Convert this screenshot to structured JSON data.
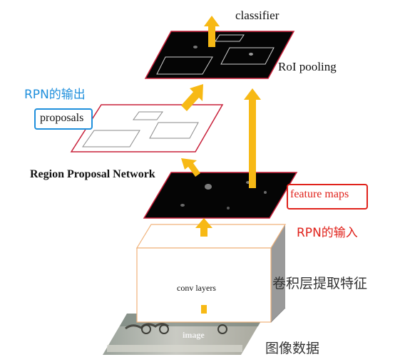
{
  "labels": {
    "classifier": "classifier",
    "roi_pooling": "RoI pooling",
    "rpn_output": "RPN的输出",
    "proposals": "proposals",
    "region_proposal_network": "Region Proposal Network",
    "feature_maps": "feature maps",
    "rpn_input": "RPN的输入",
    "conv_layers": "conv layers",
    "conv_layers_cn": "卷积层提取特征",
    "image": "image",
    "image_cn": "图像数据"
  },
  "colors": {
    "arrow": "#f7b915",
    "plane_border": "#c8203a",
    "annotation_blue": "#1f8fdc",
    "annotation_red": "#e0221b",
    "conv_border": "#f0b27a"
  }
}
